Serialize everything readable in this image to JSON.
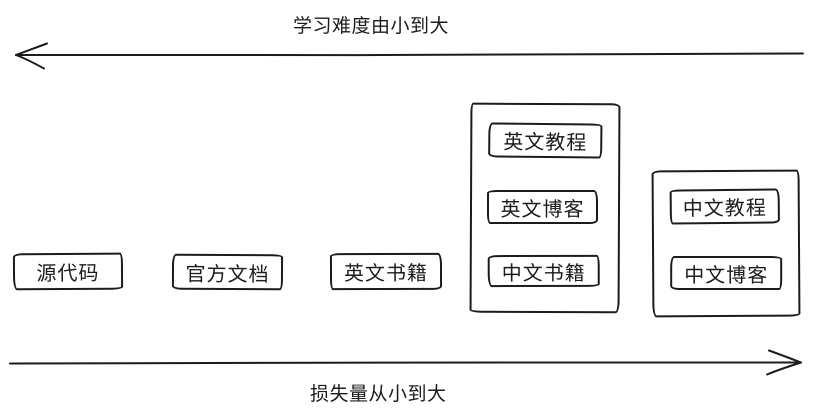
{
  "axes": {
    "top": {
      "label": "学习难度由小到大",
      "direction": "left"
    },
    "bottom": {
      "label": "损失量从小到大",
      "direction": "right"
    }
  },
  "nodes": [
    {
      "label": "源代码"
    },
    {
      "label": "官方文档"
    },
    {
      "label": "英文书籍"
    }
  ],
  "groups": [
    {
      "items": [
        "英文教程",
        "英文博客",
        "中文书籍"
      ]
    },
    {
      "items": [
        "中文教程",
        "中文博客"
      ]
    }
  ],
  "colors": {
    "stroke": "#1c1c1c",
    "background": "#ffffff"
  }
}
